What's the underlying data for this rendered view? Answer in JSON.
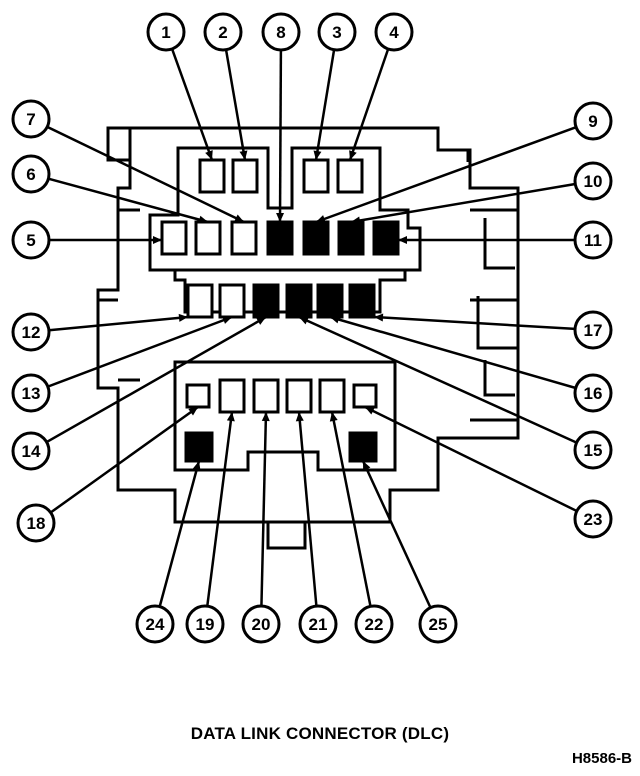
{
  "caption": "DATA LINK CONNECTOR (DLC)",
  "figure_id": "H8586-B",
  "colors": {
    "ink": "#000000",
    "paper": "#ffffff",
    "filled_terminal": "#000000"
  },
  "callouts": [
    {
      "id": "c1",
      "label": "1",
      "terminal": "t1"
    },
    {
      "id": "c2",
      "label": "2",
      "terminal": "t2"
    },
    {
      "id": "c8",
      "label": "8",
      "terminal": "t8"
    },
    {
      "id": "c3",
      "label": "3",
      "terminal": "t3"
    },
    {
      "id": "c4",
      "label": "4",
      "terminal": "t4"
    },
    {
      "id": "c7",
      "label": "7",
      "terminal": "t7"
    },
    {
      "id": "c9",
      "label": "9",
      "terminal": "t9"
    },
    {
      "id": "c6",
      "label": "6",
      "terminal": "t6"
    },
    {
      "id": "c10",
      "label": "10",
      "terminal": "t10"
    },
    {
      "id": "c5",
      "label": "5",
      "terminal": "t5"
    },
    {
      "id": "c11",
      "label": "11",
      "terminal": "t11"
    },
    {
      "id": "c12",
      "label": "12",
      "terminal": "t12"
    },
    {
      "id": "c17",
      "label": "17",
      "terminal": "t17"
    },
    {
      "id": "c13",
      "label": "13",
      "terminal": "t13"
    },
    {
      "id": "c16b",
      "label": "16",
      "terminal": "t16b"
    },
    {
      "id": "c14",
      "label": "14",
      "terminal": "t14"
    },
    {
      "id": "c15",
      "label": "15",
      "terminal": "t15"
    },
    {
      "id": "c18",
      "label": "18",
      "terminal": "t18"
    },
    {
      "id": "c23",
      "label": "23",
      "terminal": "t23"
    },
    {
      "id": "c24",
      "label": "24",
      "terminal": "t24"
    },
    {
      "id": "c19",
      "label": "19",
      "terminal": "t19"
    },
    {
      "id": "c20",
      "label": "20",
      "terminal": "t20"
    },
    {
      "id": "c21",
      "label": "21",
      "terminal": "t21"
    },
    {
      "id": "c22",
      "label": "22",
      "terminal": "t22"
    },
    {
      "id": "c25",
      "label": "25",
      "terminal": "t25"
    }
  ],
  "terminals": [
    {
      "id": "t1",
      "filled": false
    },
    {
      "id": "t2",
      "filled": false
    },
    {
      "id": "t3",
      "filled": false
    },
    {
      "id": "t4",
      "filled": false
    },
    {
      "id": "t5",
      "filled": false
    },
    {
      "id": "t6",
      "filled": false
    },
    {
      "id": "t7",
      "filled": false
    },
    {
      "id": "t8",
      "filled": true
    },
    {
      "id": "t9",
      "filled": true
    },
    {
      "id": "t10",
      "filled": true
    },
    {
      "id": "t11",
      "filled": true
    },
    {
      "id": "t12",
      "filled": false
    },
    {
      "id": "t13",
      "filled": false
    },
    {
      "id": "t14",
      "filled": true
    },
    {
      "id": "t15",
      "filled": true
    },
    {
      "id": "t16b",
      "filled": true
    },
    {
      "id": "t17",
      "filled": true
    },
    {
      "id": "t18",
      "filled": false
    },
    {
      "id": "t19",
      "filled": false
    },
    {
      "id": "t20",
      "filled": false
    },
    {
      "id": "t21",
      "filled": false
    },
    {
      "id": "t22",
      "filled": false
    },
    {
      "id": "t23",
      "filled": false
    },
    {
      "id": "t24",
      "filled": true
    },
    {
      "id": "t25",
      "filled": true
    }
  ]
}
